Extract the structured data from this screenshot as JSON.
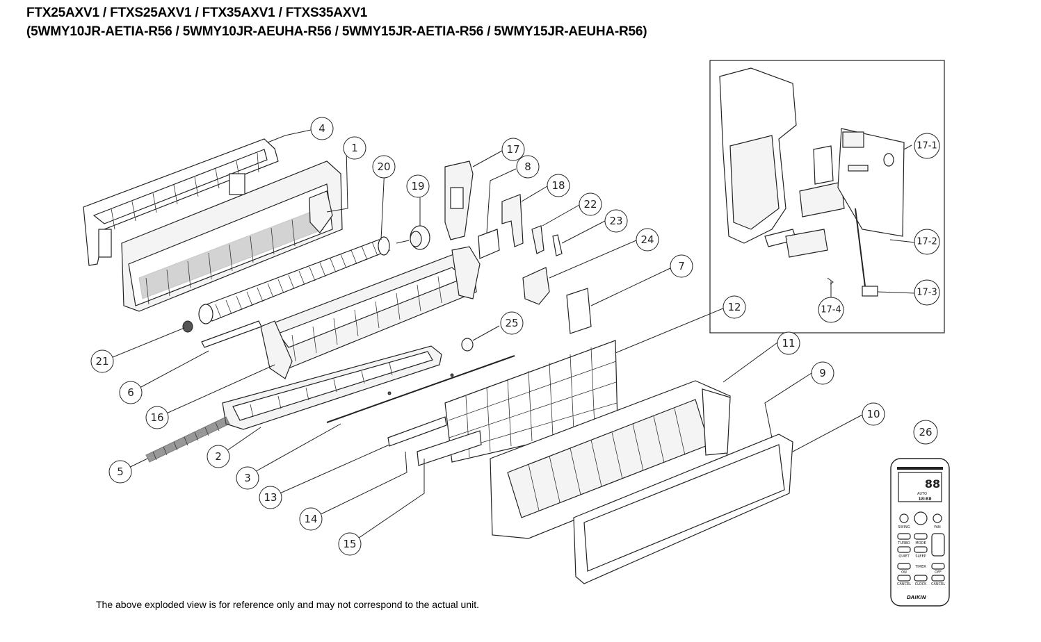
{
  "header": {
    "title_line1": "FTX25AXV1 / FTXS25AXV1 / FTX35AXV1 / FTXS35AXV1",
    "title_line2": "(5WMY10JR-AETIA-R56 / 5WMY10JR-AEUHA-R56 / 5WMY15JR-AETIA-R56 / 5WMY15JR-AEUHA-R56)"
  },
  "footnote": "The above exploded view is for reference only and may not correspond to the actual unit.",
  "callouts": [
    "1",
    "2",
    "3",
    "4",
    "5",
    "6",
    "7",
    "8",
    "9",
    "10",
    "11",
    "12",
    "13",
    "14",
    "15",
    "16",
    "17",
    "17-1",
    "17-2",
    "17-3",
    "17-4",
    "18",
    "19",
    "20",
    "21",
    "22",
    "23",
    "24",
    "25",
    "26"
  ],
  "remote": {
    "brand": "DAIKIN",
    "display": "88",
    "time": "18:88",
    "mode": "AUTO",
    "buttons": [
      "SWING",
      "FAN",
      "TURBO",
      "MODE",
      "QUIET",
      "SLEEP",
      "TIMER",
      "ON",
      "OFF",
      "CANCEL",
      "CLOCK",
      "CANCEL"
    ]
  },
  "colors": {
    "line": "#222222",
    "background": "#ffffff"
  }
}
